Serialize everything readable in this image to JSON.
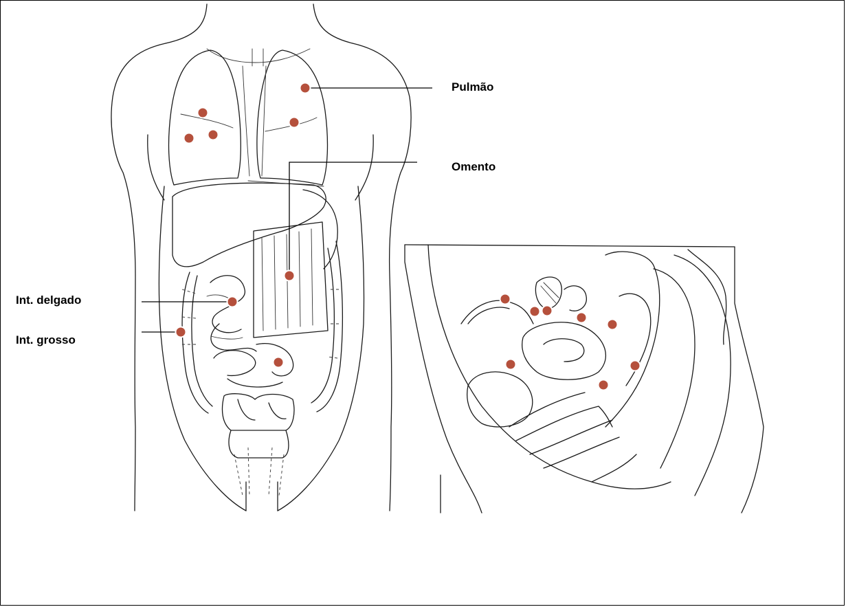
{
  "labels": {
    "lung": "Pulmão",
    "omentum": "Omento",
    "small_intestine": "Int. delgado",
    "large_intestine": "Int. grosso"
  },
  "colors": {
    "dot_fill": "#b5503c",
    "dot_stroke": "#ffffff",
    "line": "#1a1a1a",
    "background": "#ffffff"
  }
}
